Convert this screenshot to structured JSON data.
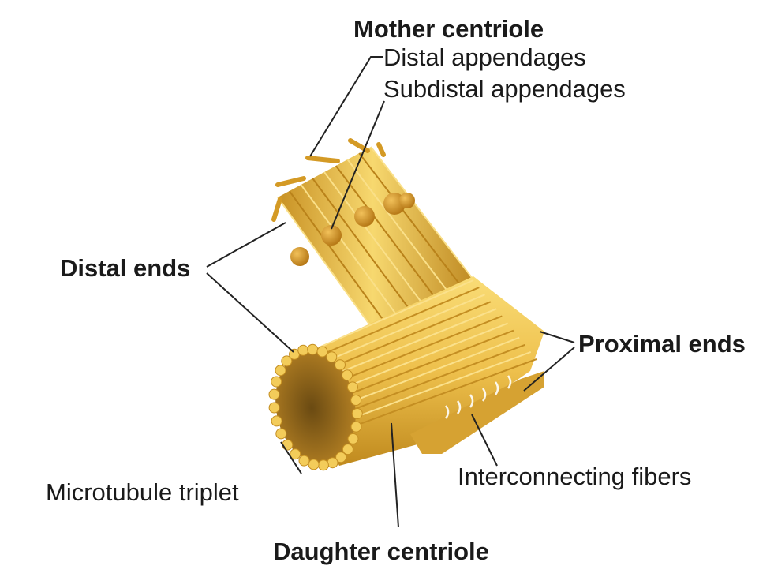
{
  "labels": {
    "mother_centriole": "Mother centriole",
    "distal_appendages": "Distal appendages",
    "subdistal_appendages": "Subdistal appendages",
    "distal_ends": "Distal ends",
    "proximal_ends": "Proximal ends",
    "microtubule_triplet": "Microtubule triplet",
    "interconnecting_fibers": "Interconnecting fibers",
    "daughter_centriole": "Daughter centriole"
  },
  "colors": {
    "tubule_light": "#f5d46a",
    "tubule_mid": "#e8b43a",
    "tubule_dark": "#b9821a",
    "appendage": "#d49a25",
    "subdistal_ball": "#c98a22",
    "fiber": "#ffffff",
    "leader": "#222222",
    "text": "#1a1a1a"
  }
}
